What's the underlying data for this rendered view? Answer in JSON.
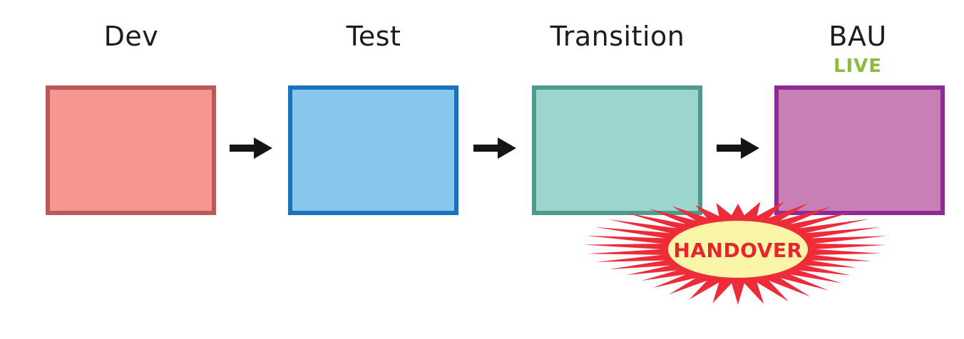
{
  "stages": [
    {
      "label": "Dev",
      "fill": "#f5958f",
      "border": "#b85a59"
    },
    {
      "label": "Test",
      "fill": "#88c8ee",
      "border": "#1a72bc"
    },
    {
      "label": "Transition",
      "fill": "#9cd6cf",
      "border": "#4e9a8c"
    },
    {
      "label": "BAU",
      "fill": "#c77fb6",
      "border": "#8e2a97"
    }
  ],
  "live": {
    "label": "LIVE",
    "color": "#8cbc3c"
  },
  "handover": {
    "label": "HANDOVER",
    "fill": "#fbf5a8",
    "spikes": "#ee2b39",
    "text_color": "#e8252e"
  },
  "arrow_color": "#151515"
}
